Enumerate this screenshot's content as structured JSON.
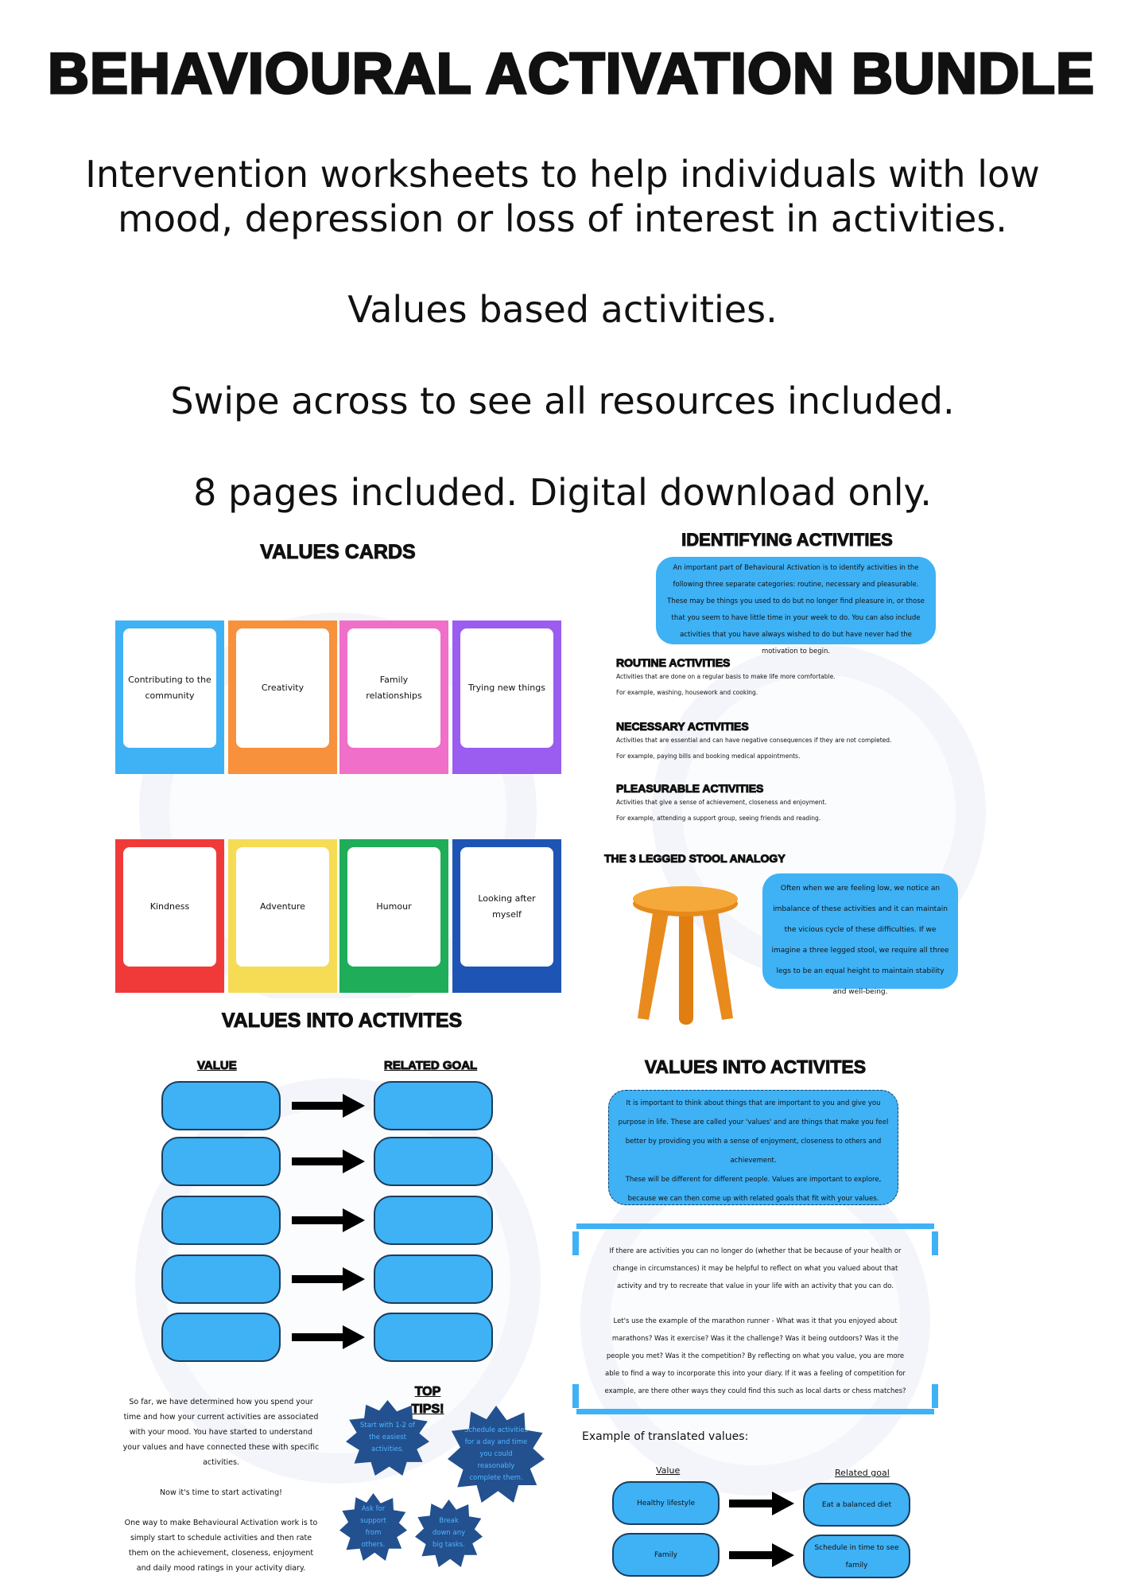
{
  "title": "BEHAVIOURAL ACTIVATION BUNDLE",
  "subtitle_lines": [
    "Intervention worksheets to help individuals with low",
    "mood, depression or loss of interest in activities.",
    "Values based activities.",
    "Swipe across to see all resources included.",
    "8 pages included. Digital download only."
  ],
  "values_cards": {
    "title": "VALUES CARDS",
    "cards": [
      {
        "label": "Contributing to the community",
        "color": "#3fb1f5"
      },
      {
        "label": "Creativity",
        "color": "#f7913c"
      },
      {
        "label": "Family relationships",
        "color": "#f06fc9"
      },
      {
        "label": "Trying new things",
        "color": "#9b5cf0"
      },
      {
        "label": "Kindness",
        "color": "#f03a3a"
      },
      {
        "label": "Adventure",
        "color": "#f6dc55"
      },
      {
        "label": "Humour",
        "color": "#1fad5a"
      },
      {
        "label": "Looking after myself",
        "color": "#1e55b5"
      }
    ]
  },
  "identifying": {
    "title": "IDENTIFYING ACTIVITIES",
    "intro": "An important part of Behavioural Activation is to identify activities in the following three separate categories: routine, necessary and pleasurable. These may be things you used to do but no longer find pleasure in, or those that you seem to have little time in your week to do. You can also include activities that you have always wished to do but have never had the motivation to begin.",
    "sections": [
      {
        "heading": "ROUTINE ACTIVITIES",
        "desc": "Activities that are done on a regular basis to make life more comfortable.",
        "example": "For example, washing, housework and cooking."
      },
      {
        "heading": "NECESSARY ACTIVITIES",
        "desc": "Activities that are essential and can have negative consequences if they are not completed.",
        "example": "For example, paying bills and booking medical appointments."
      },
      {
        "heading": "PLEASURABLE ACTIVITIES",
        "desc": "Activities that give a sense of achievement, closeness and enjoyment.",
        "example": "For example, attending a support group, seeing friends and reading."
      }
    ],
    "stool_title": "THE 3 LEGGED STOOL ANALOGY",
    "stool_text": "Often when we are feeling low, we notice an imbalance of these activities and it can maintain the vicious cycle of these difficulties. If we imagine a three legged stool, we require all three legs to be an equal height to maintain stability and well-being."
  },
  "values_worksheet": {
    "title": "VALUES INTO ACTIVITES",
    "value_label": "VALUE",
    "goal_label": "RELATED GOAL",
    "text": [
      "So far, we have determined how you spend your time and how your current activities are associated with your mood. You have started to understand your values and have connected these with specific activities.",
      "Now it's time to start activating!",
      "One way to make Behavioural Activation work is to simply start to schedule activities and then rate them on the achievement, closeness, enjoyment and daily mood ratings in your activity diary."
    ],
    "tips_title": "TOP TIPS!",
    "tips": [
      "Start with 1-2 of the easiest activities.",
      "Schedule activities for a day and time you could reasonably complete them.",
      "Ask for support from others.",
      "Break down any big tasks."
    ]
  },
  "values_info": {
    "title": "VALUES INTO ACTIVITES",
    "box": [
      "It is important to think about things that are important to you and give you purpose in life. These are called your 'values' and are things that make you feel better by providing you with a sense of enjoyment, closeness to others and achievement.",
      "These will be different for different people. Values are important to explore, because we can then come up with related goals that fit with your values."
    ],
    "frame": [
      "If there are activities you can no longer do (whether that be because of your health or change in circumstances) it may be helpful to reflect on what you valued about that activity and try to recreate that value in your life with an activity that you can do.",
      "Let's use the example of the marathon runner - What was it that you enjoyed about marathons? Was it exercise? Was it the challenge? Was it being outdoors? Was it the people you met? Was it the competition? By reflecting on what you value, you are more able to find a way to incorporate this into your diary. If it was a feeling of competition for example, are there other ways they could find this such as local darts or chess matches?"
    ],
    "example_label": "Example of translated values:",
    "value_label": "Value",
    "goal_label": "Related goal",
    "examples": [
      {
        "value": "Healthy lifestyle",
        "goal": "Eat a balanced diet"
      },
      {
        "value": "Family",
        "goal": "Schedule in time to see family"
      }
    ]
  },
  "colors": {
    "accent_blue": "#3fb1f5",
    "tip_navy": "#23508f",
    "stool_orange": "#e98a1c"
  }
}
